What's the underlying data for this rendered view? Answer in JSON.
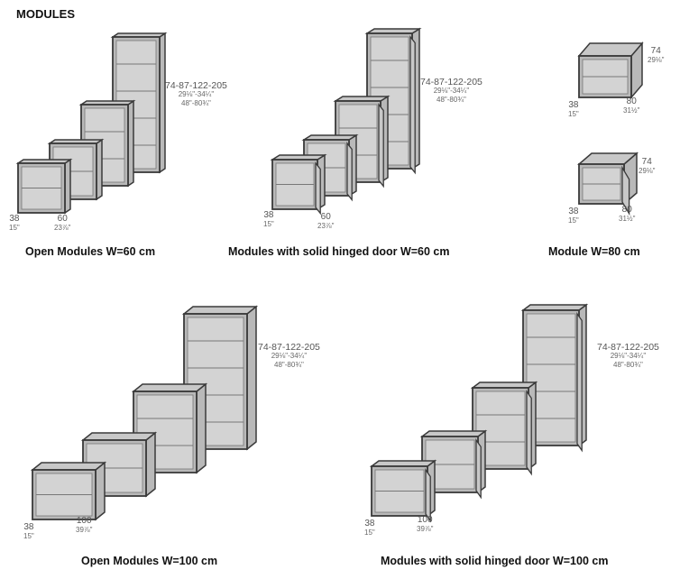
{
  "heading": "MODULES",
  "heights": {
    "cm": "74-87-122-205",
    "in1": "29⅛\"-34¼\"",
    "in2": "48\"-80¾\""
  },
  "panels": {
    "open60": {
      "caption": "Open Modules W=60 cm",
      "depth_cm": "38",
      "depth_in": "15\"",
      "width_cm": "60",
      "width_in": "23⅞\""
    },
    "door60": {
      "caption": "Modules with solid hinged door W=60 cm",
      "depth_cm": "38",
      "depth_in": "15\"",
      "width_cm": "60",
      "width_in": "23⅞\""
    },
    "w80": {
      "caption": "Module W=80 cm",
      "height_cm": "74",
      "height_in": "29⅛\"",
      "depth_cm": "38",
      "depth_in": "15\"",
      "width_cm": "80",
      "width_in": "31½\""
    },
    "open100": {
      "caption": "Open Modules W=100 cm",
      "depth_cm": "38",
      "depth_in": "15\"",
      "width_cm": "100",
      "width_in": "39⅞\""
    },
    "door100": {
      "caption": "Modules with solid hinged door W=100 cm",
      "depth_cm": "38",
      "depth_in": "15\"",
      "width_cm": "100",
      "width_in": "39⅞\""
    }
  },
  "colors": {
    "body": "#b9b9b9",
    "top": "#c8c8c8",
    "edge": "#3a3a3a",
    "inner": "#d3d3d3"
  }
}
